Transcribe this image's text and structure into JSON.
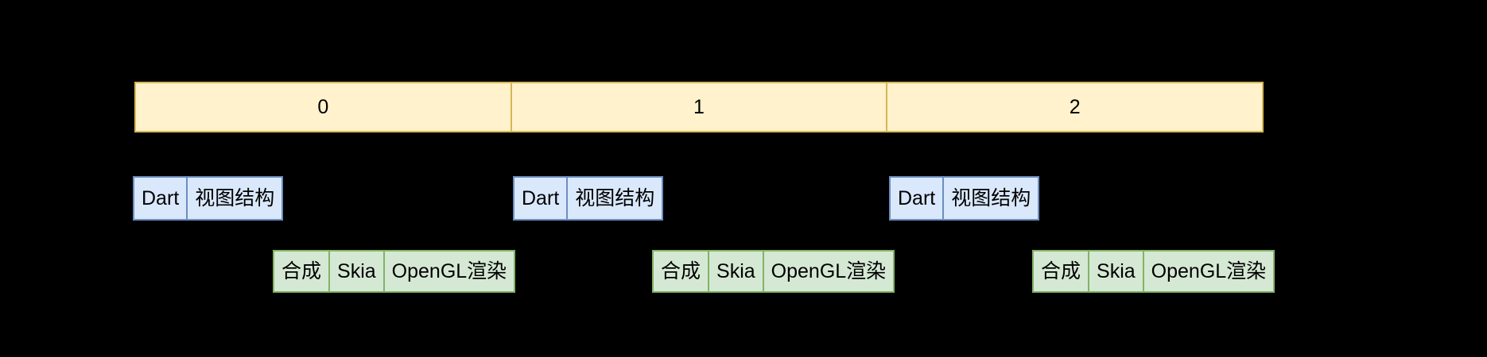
{
  "diagram": {
    "background_color": "#000000",
    "timeline": {
      "fill_color": "#fff2cc",
      "stroke_color": "#d6b656",
      "frames": [
        {
          "label": "0"
        },
        {
          "label": "1"
        },
        {
          "label": "2"
        }
      ]
    },
    "ui_thread": {
      "fill_color": "#dae8fc",
      "stroke_color": "#6c8ebf",
      "groups": [
        {
          "cells": [
            {
              "label": "Dart"
            },
            {
              "label": "视图结构"
            }
          ]
        },
        {
          "cells": [
            {
              "label": "Dart"
            },
            {
              "label": "视图结构"
            }
          ]
        },
        {
          "cells": [
            {
              "label": "Dart"
            },
            {
              "label": "视图结构"
            }
          ]
        }
      ]
    },
    "gpu_thread": {
      "fill_color": "#d5e8d4",
      "stroke_color": "#82b366",
      "groups": [
        {
          "cells": [
            {
              "label": "合成"
            },
            {
              "label": "Skia"
            },
            {
              "label": "OpenGL渲染"
            }
          ]
        },
        {
          "cells": [
            {
              "label": "合成"
            },
            {
              "label": "Skia"
            },
            {
              "label": "OpenGL渲染"
            }
          ]
        },
        {
          "cells": [
            {
              "label": "合成"
            },
            {
              "label": "Skia"
            },
            {
              "label": "OpenGL渲染"
            }
          ]
        }
      ]
    }
  }
}
